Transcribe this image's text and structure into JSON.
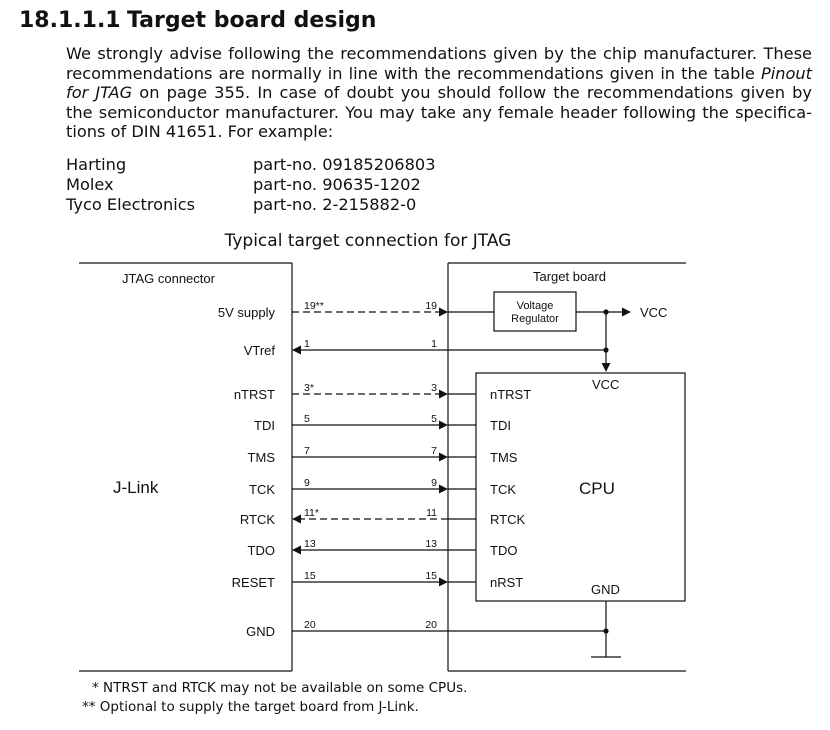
{
  "section": {
    "number": "18.1.1.1",
    "title": "Target board design"
  },
  "paragraph": {
    "line1": "We strongly advise following the recommendations given by the chip manufacturer. These",
    "line2_a": "recommendations are normally in line with the recommendations given in the table ",
    "line2_b": "Pinout",
    "line3_a": "for JTAG",
    "line3_b": " on page 355. In case of doubt you should follow the recommendations given by",
    "line4": "the semiconductor manufacturer. You may take any female header following the specifica-",
    "line5": "tions of DIN 41651. For example:"
  },
  "parts": [
    {
      "manufacturer": "Harting",
      "part": "part-no. 09185206803"
    },
    {
      "manufacturer": "Molex",
      "part": "part-no. 90635-1202"
    },
    {
      "manufacturer": "Tyco Electronics",
      "part": "part-no. 2-215882-0"
    }
  ],
  "diagram": {
    "title": "Typical target connection for  JTAG",
    "jtag_connector": "JTAG connector",
    "target_board": "Target board",
    "jlink": "J-Link",
    "vreg_line1": "Voltage",
    "vreg_line2": "Regulator",
    "vcc_out": "VCC",
    "cpu": "CPU",
    "cpu_vcc": "VCC",
    "cpu_gnd": "GND",
    "signals": [
      {
        "label": "5V supply",
        "pin_left": "19**",
        "pin_right": "19",
        "dashed": true,
        "dir": "right"
      },
      {
        "label": "VTref",
        "pin_left": "1",
        "pin_right": "1",
        "dashed": false,
        "dir": "left"
      },
      {
        "label": "nTRST",
        "pin_left": "3*",
        "pin_right": "3",
        "dashed": true,
        "dir": "right",
        "cpu_pin": "nTRST"
      },
      {
        "label": "TDI",
        "pin_left": "5",
        "pin_right": "5",
        "dashed": false,
        "dir": "right",
        "cpu_pin": "TDI"
      },
      {
        "label": "TMS",
        "pin_left": "7",
        "pin_right": "7",
        "dashed": false,
        "dir": "right",
        "cpu_pin": "TMS"
      },
      {
        "label": "TCK",
        "pin_left": "9",
        "pin_right": "9",
        "dashed": false,
        "dir": "right",
        "cpu_pin": "TCK"
      },
      {
        "label": "RTCK",
        "pin_left": "11*",
        "pin_right": "11",
        "dashed": true,
        "dir": "left",
        "cpu_pin": "RTCK"
      },
      {
        "label": "TDO",
        "pin_left": "13",
        "pin_right": "13",
        "dashed": false,
        "dir": "left",
        "cpu_pin": "TDO"
      },
      {
        "label": "RESET",
        "pin_left": "15",
        "pin_right": "15",
        "dashed": false,
        "dir": "right",
        "cpu_pin": "nRST"
      },
      {
        "label": "GND",
        "pin_left": "20",
        "pin_right": "20",
        "dashed": false,
        "dir": "none"
      }
    ]
  },
  "notes": {
    "note1": "* NTRST and RTCK  may not be available  on some CPUs.",
    "note2": "** Optional to  supply the target board from  J-Link."
  }
}
